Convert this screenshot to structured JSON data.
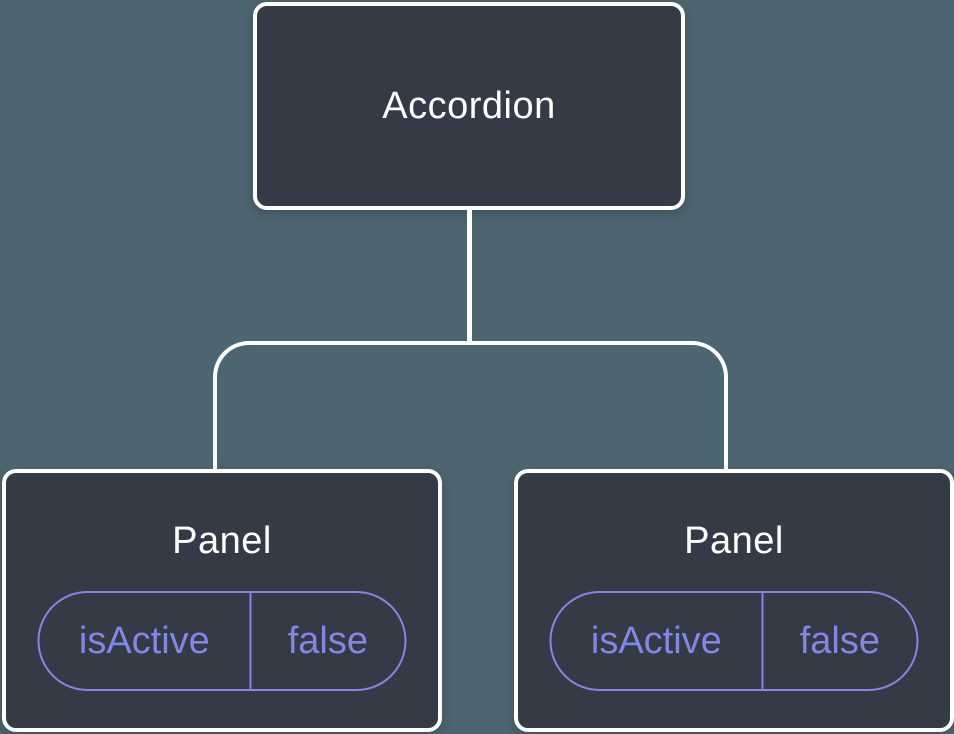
{
  "diagram": {
    "type": "component-tree",
    "root": {
      "label": "Accordion"
    },
    "children": [
      {
        "label": "Panel",
        "state": {
          "key": "isActive",
          "value": "false"
        }
      },
      {
        "label": "Panel",
        "state": {
          "key": "isActive",
          "value": "false"
        }
      }
    ]
  },
  "colors": {
    "background": "#4D6570",
    "node_fill": "#343A46",
    "node_border": "#FFFFFF",
    "node_text": "#FFFFFF",
    "connector": "#FFFFFF",
    "state_accent": "#8287E2"
  }
}
